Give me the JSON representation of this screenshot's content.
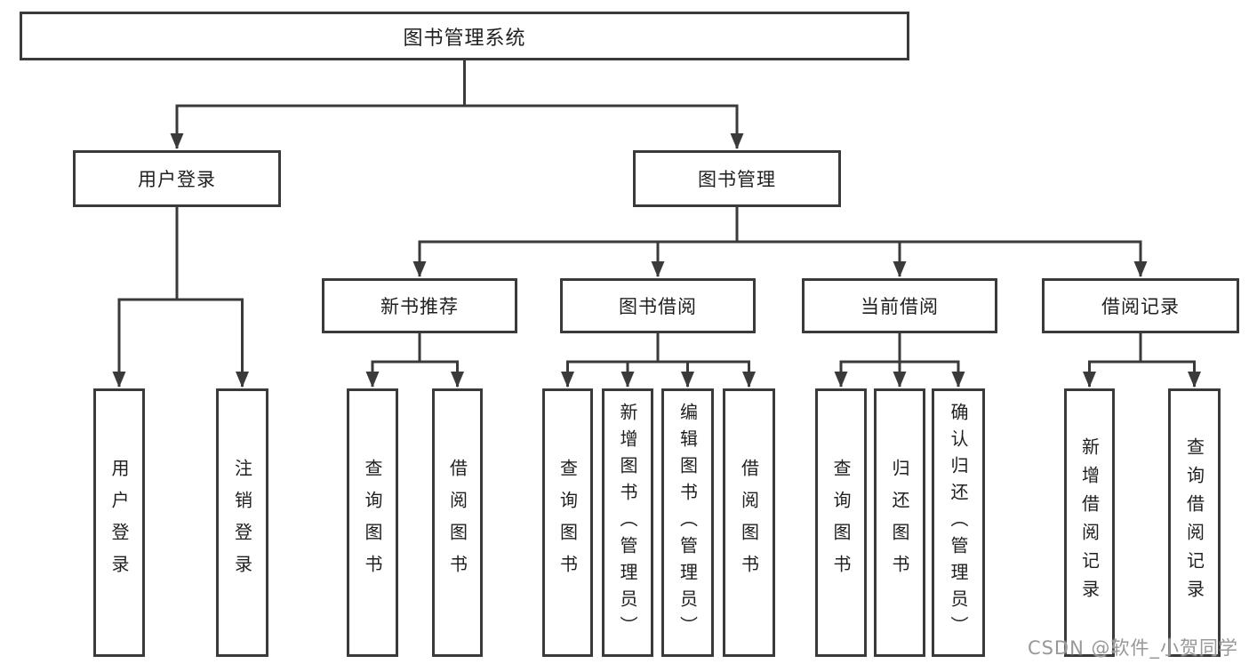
{
  "page": {
    "background": "#ffffff"
  },
  "colors": {
    "line": "#3a3a3a",
    "box_border": "#3a3a3a",
    "text": "#1f1f1f",
    "watermark": "#989898"
  },
  "diagram": {
    "root": {
      "label": "图书管理系统"
    },
    "branches": [
      {
        "label": "用户登录",
        "children": [
          {
            "label": "用户登录"
          },
          {
            "label": "注销登录"
          }
        ]
      },
      {
        "label": "图书管理",
        "children": [
          {
            "label": "新书推荐",
            "children": [
              {
                "label": "查询图书"
              },
              {
                "label": "借阅图书"
              }
            ]
          },
          {
            "label": "图书借阅",
            "children": [
              {
                "label": "查询图书"
              },
              {
                "label": "新增图书（管理员）"
              },
              {
                "label": "编辑图书（管理员）"
              },
              {
                "label": "借阅图书"
              }
            ]
          },
          {
            "label": "当前借阅",
            "children": [
              {
                "label": "查询图书"
              },
              {
                "label": "归还图书"
              },
              {
                "label": "确认归还（管理员）"
              }
            ]
          },
          {
            "label": "借阅记录",
            "children": [
              {
                "label": "新增借阅记录"
              },
              {
                "label": "查询借阅记录"
              }
            ]
          }
        ]
      }
    ]
  },
  "watermark": {
    "text": "CSDN @软件_小贺同学"
  }
}
